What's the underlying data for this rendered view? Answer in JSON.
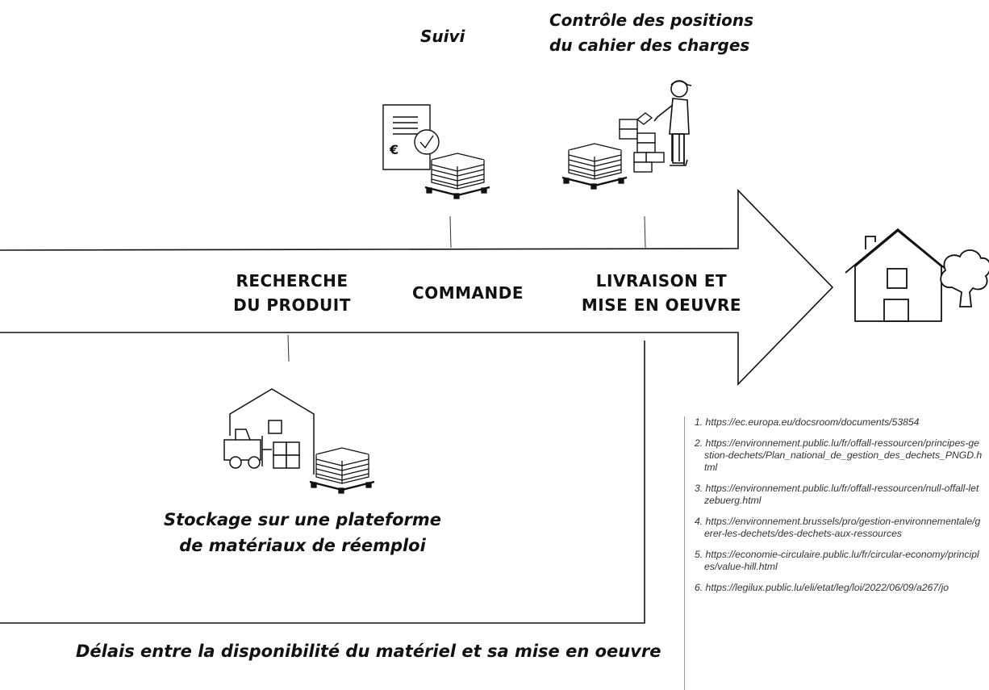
{
  "annotations": {
    "suivi": "Suivi",
    "controle": [
      "Contrôle des positions",
      "du cahier des charges"
    ],
    "stockage": [
      "Stockage sur une plateforme",
      "de matériaux de réemploi"
    ],
    "delais": "Délais entre la disponibilité du matériel et sa mise en oeuvre"
  },
  "stages": [
    {
      "lines": [
        "RECHERCHE",
        "DU PRODUIT"
      ]
    },
    {
      "lines": [
        "COMMANDE"
      ]
    },
    {
      "lines": [
        "LIVRAISON ET",
        "MISE EN OEUVRE"
      ]
    }
  ],
  "icons": {
    "invoice": "invoice-document-icon",
    "euro": "€",
    "pallet": "pallet-stack-icon",
    "worker": "construction-worker-icon",
    "warehouse": "warehouse-forklift-icon",
    "house": "house-icon",
    "tree": "tree-icon"
  },
  "references": [
    "1. https://ec.europa.eu/docsroom/documents/53854",
    "2. https://environnement.public.lu/fr/offall-ressourcen/principes-gestion-dechets/Plan_national_de_gestion_des_dechets_PNGD.html",
    "3. https://environnement.public.lu/fr/offall-ressourcen/null-offall-letzebuerg.html",
    "4. https://environnement.brussels/pro/gestion-environnementale/gerer-les-dechets/des-dechets-aux-ressources",
    "5. https://economie-circulaire.public.lu/fr/circular-economy/principles/value-hill.html",
    "6. https://legilux.public.lu/eli/etat/leg/loi/2022/06/09/a267/jo"
  ]
}
